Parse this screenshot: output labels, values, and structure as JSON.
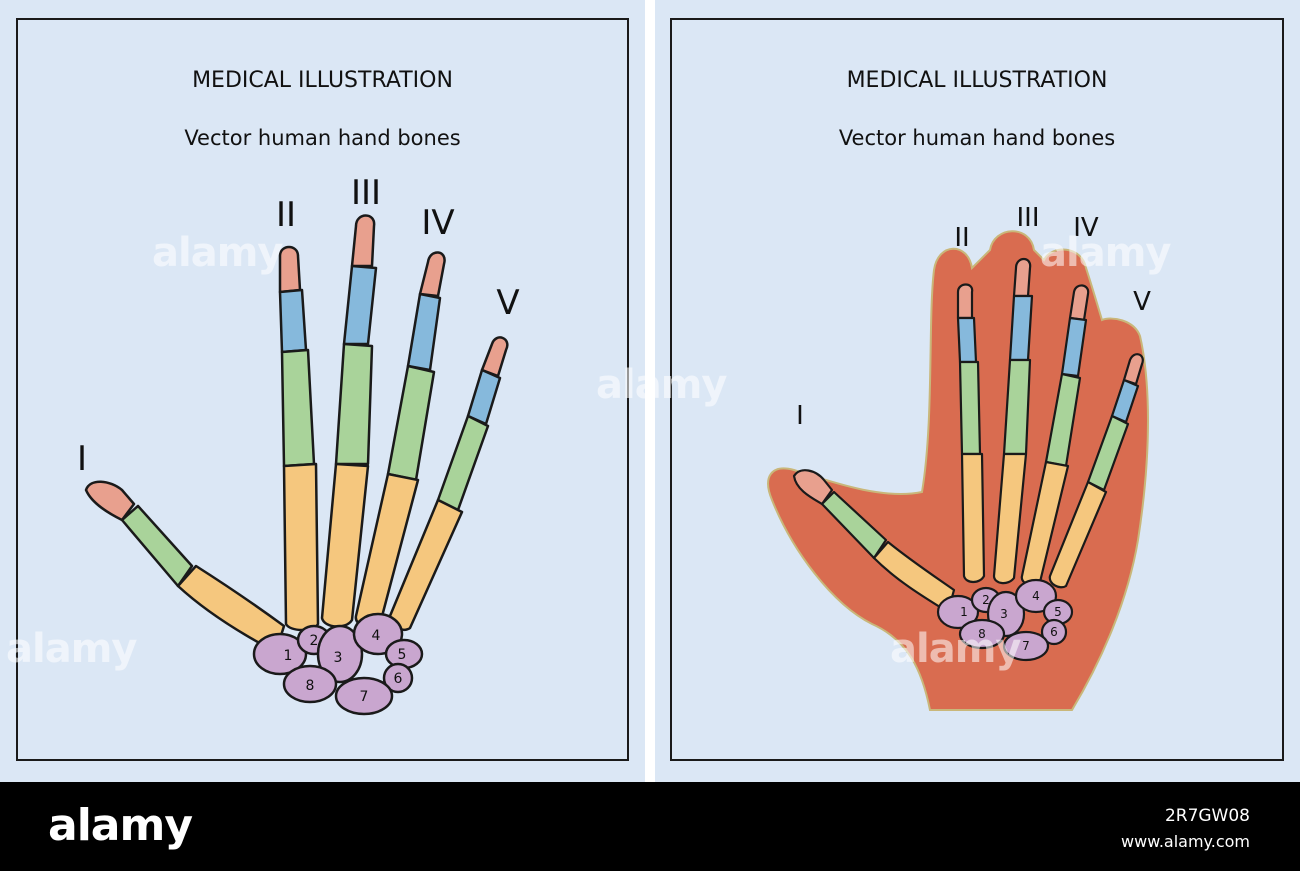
{
  "panels": [
    {
      "title": "MEDICAL ILLUSTRATION",
      "subtitle": "Vector human hand bones",
      "digit_labels": [
        "I",
        "II",
        "III",
        "IV",
        "V"
      ],
      "carpal_labels": [
        "1",
        "2",
        "3",
        "4",
        "5",
        "6",
        "7",
        "8"
      ]
    },
    {
      "title": "MEDICAL ILLUSTRATION",
      "subtitle": "Vector human hand bones",
      "digit_labels": [
        "I",
        "II",
        "III",
        "IV",
        "V"
      ],
      "carpal_labels": [
        "1",
        "2",
        "3",
        "4",
        "5",
        "6",
        "7",
        "8"
      ]
    }
  ],
  "footer": {
    "logo": "alamy",
    "image_id": "2R7GW08",
    "url": "www.alamy.com"
  },
  "watermark": "alamy",
  "colors": {
    "background": "#dbe7f5",
    "distal_phalanx": "#e8a08e",
    "middle_phalanx": "#86b9dc",
    "proximal_phalanx": "#a9d39a",
    "metacarpal": "#f5c77e",
    "carpal": "#c9a6cf",
    "skin": "#d96c50"
  }
}
